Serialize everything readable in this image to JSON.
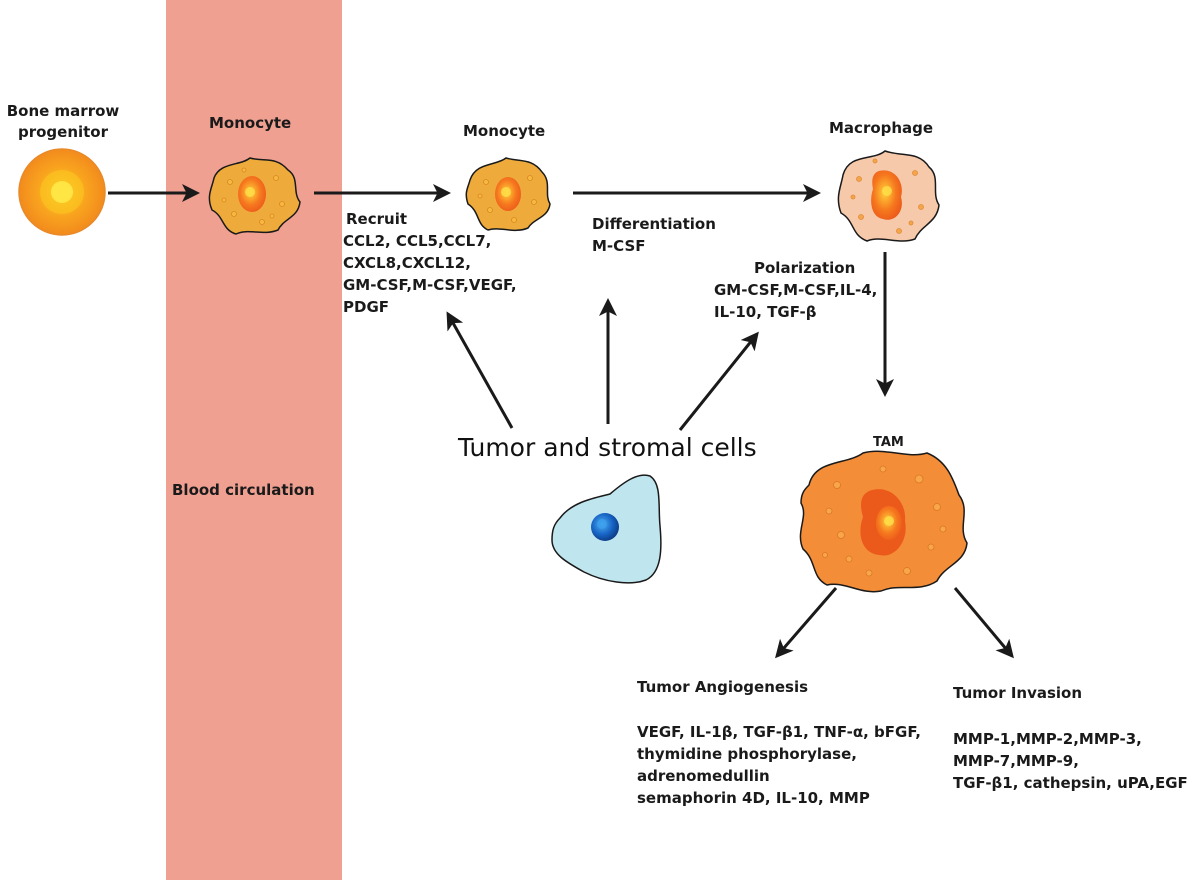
{
  "labels": {
    "bone_marrow": [
      "Bone marrow",
      "progenitor"
    ],
    "monocyte_blood": "Monocyte",
    "monocyte_tissue": "Monocyte",
    "macrophage": "Macrophage",
    "tam": "TAM",
    "blood_circulation": "Blood circulation",
    "tumor_stromal": "Tumor and stromal cells"
  },
  "recruit": {
    "title": "Recruit",
    "lines": [
      "CCL2, CCL5,CCL7,",
      "CXCL8,CXCL12,",
      "GM-CSF,M-CSF,VEGF,",
      "PDGF"
    ]
  },
  "differentiation": {
    "title": "Differentiation",
    "lines": [
      "M-CSF"
    ]
  },
  "polarization": {
    "title": "Polarization",
    "lines": [
      "GM-CSF,M-CSF,IL-4,",
      "IL-10, TGF-β"
    ]
  },
  "angiogenesis": {
    "title": "Tumor Angiogenesis",
    "lines": [
      "VEGF, IL-1β, TGF-β1, TNF-α, bFGF,",
      "thymidine phosphorylase,",
      "adrenomedullin",
      "semaphorin 4D, IL-10, MMP"
    ]
  },
  "invasion": {
    "title": "Tumor Invasion",
    "lines": [
      "MMP-1,MMP-2,MMP-3,",
      "MMP-7,MMP-9,",
      "TGF-β1, cathepsin, uPA,EGF"
    ]
  },
  "colors": {
    "blood_band": "#f0a091",
    "monocyte": "#eeab3c",
    "macrophage": "#f6c9ab",
    "tam": "#f48d38",
    "stromal": "#bfe6ef",
    "arrow": "#1a1a1a"
  }
}
